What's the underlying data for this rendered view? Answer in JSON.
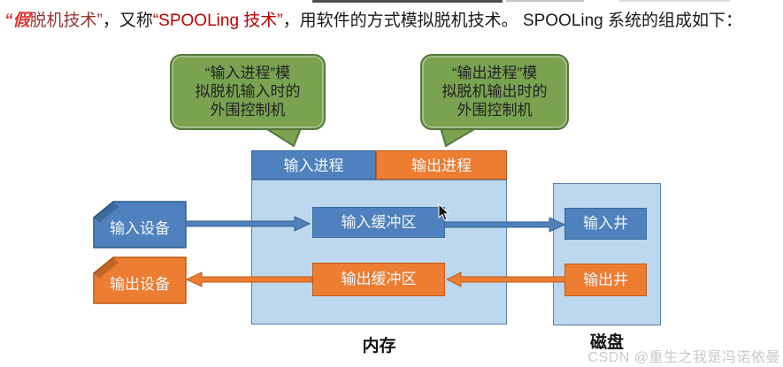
{
  "title": {
    "segments": [
      {
        "text": "“假"
      },
      {
        "text": "脱机技术”"
      },
      {
        "text": "，又称"
      },
      {
        "text": "“SPOOLing 技术”"
      },
      {
        "text": "，用软件的方式模拟脱机技术。"
      },
      {
        "text": " SPOOLing 系统的组成如下："
      }
    ]
  },
  "callouts": {
    "input": {
      "lines": [
        "“输入进程”模",
        "拟脱机输入时的",
        "外围控制机"
      ]
    },
    "output": {
      "lines": [
        "“输出进程”模",
        "拟脱机输出时的",
        "外围控制机"
      ]
    }
  },
  "diagram": {
    "input_process": "输入进程",
    "output_process": "输出进程",
    "input_device": "输入设备",
    "output_device": "输出设备",
    "input_buffer": "输入缓冲区",
    "output_buffer": "输出缓冲区",
    "input_well": "输入井",
    "output_well": "输出井",
    "memory_label": "内存",
    "disk_label": "磁盘"
  },
  "watermark": "CSDN @重生之我是冯诺依曼",
  "colors": {
    "blue": "#4e81bd",
    "orange": "#ed7d31",
    "light_blue_fill": "#bdd7ee",
    "green_fill": "#79a351",
    "green_border": "#55783a",
    "title_emphasis_red": "#e03232",
    "title_dark_red": "#953735",
    "title_red": "#c00000"
  },
  "icons": {
    "cursor": "arrow-cursor"
  }
}
